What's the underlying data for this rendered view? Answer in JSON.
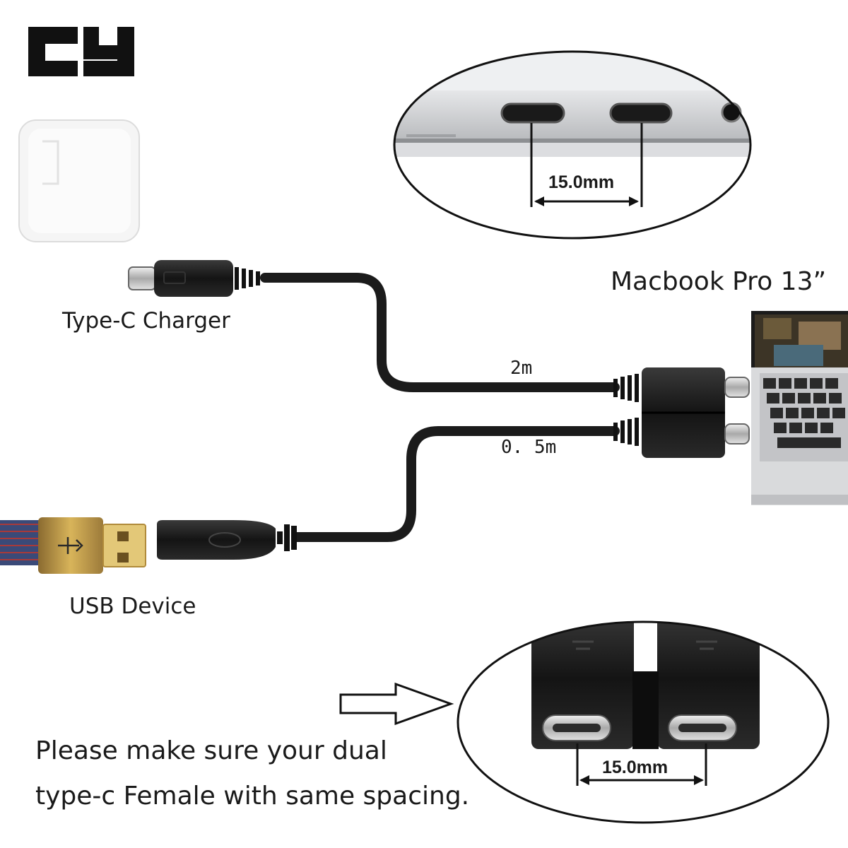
{
  "brand": {
    "logo_text": "CY"
  },
  "laptop": {
    "title": "Macbook Pro 13”"
  },
  "top_inset": {
    "spacing_label": "15.0mm"
  },
  "cables": {
    "charger_label": "Type-C Charger",
    "long_cable_length": "2m",
    "short_cable_length": "0. 5m",
    "device_label": "USB Device"
  },
  "bottom_inset": {
    "spacing_label": "15.0mm"
  },
  "note": {
    "line1": "Please make sure your dual",
    "line2": "type-c Female with same spacing."
  },
  "colors": {
    "cable": "#1b1b1b",
    "laptop_silver": "#cfd0d2",
    "usb_gold": "#c9a24a",
    "denim": "#3a4a78"
  }
}
